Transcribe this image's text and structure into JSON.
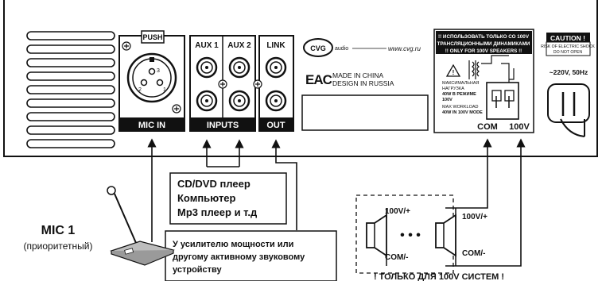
{
  "panel": {
    "mic_in": {
      "push": "PUSH",
      "label": "MIC IN",
      "pins": [
        "3",
        "2",
        "1"
      ]
    },
    "inputs": {
      "aux1": "AUX 1",
      "aux2": "AUX 2",
      "label": "INPUTS"
    },
    "link": {
      "title": "LINK",
      "label": "OUT"
    },
    "brand": {
      "logo": "CVG",
      "logo_sub": "audio",
      "site": "www.cvg.ru"
    },
    "origin": {
      "mark": "EAC",
      "line1": "MADE IN CHINA",
      "line2": "DESIGN IN RUSSIA"
    },
    "speaker_warning": {
      "line1": "!! ИСПОЛЬЗОВАТЬ ТОЛЬКО СО 100V",
      "line2": "ТРАНСЛЯЦИОННЫМИ ДИНАМИКАМИ",
      "line3": "!! ONLY FOR 100V SPEAKERS !!"
    },
    "workload": {
      "ru1": "МАКСИМАЛЬНАЯ",
      "ru2": "НАГРУЗКА",
      "ru3": "40W В РЕЖИМЕ",
      "ru4": "100V",
      "en1": "MAX WORKLOAD",
      "en2": "40W IN 100V MODE"
    },
    "terminals": {
      "com": "COM",
      "v100": "100V"
    },
    "caution": {
      "title": "CAUTION !",
      "line1": "RISK OF ELECTRIC SHOCK",
      "line2": "DO NOT OPEN"
    },
    "power": {
      "label": "~220V, 50Hz"
    }
  },
  "external": {
    "sources": {
      "line1": "CD/DVD плеер",
      "line2": "Компьютер",
      "line3": "Mp3 плеер и т.д"
    },
    "amp": {
      "line1": "У усилителю мощности или",
      "line2": "другому активному звуковому",
      "line3": "устройству"
    },
    "mic": {
      "title": "MIC 1",
      "sub": "(приоритетный)"
    },
    "speakers": {
      "plus_left": "100V/+",
      "plus_right": "100V/+",
      "com_left": "COM/-",
      "com_right": "COM/-",
      "dots": "• • •",
      "note": "! ТОЛЬКО ДЛЯ 100V СИСТЕМ !"
    }
  }
}
